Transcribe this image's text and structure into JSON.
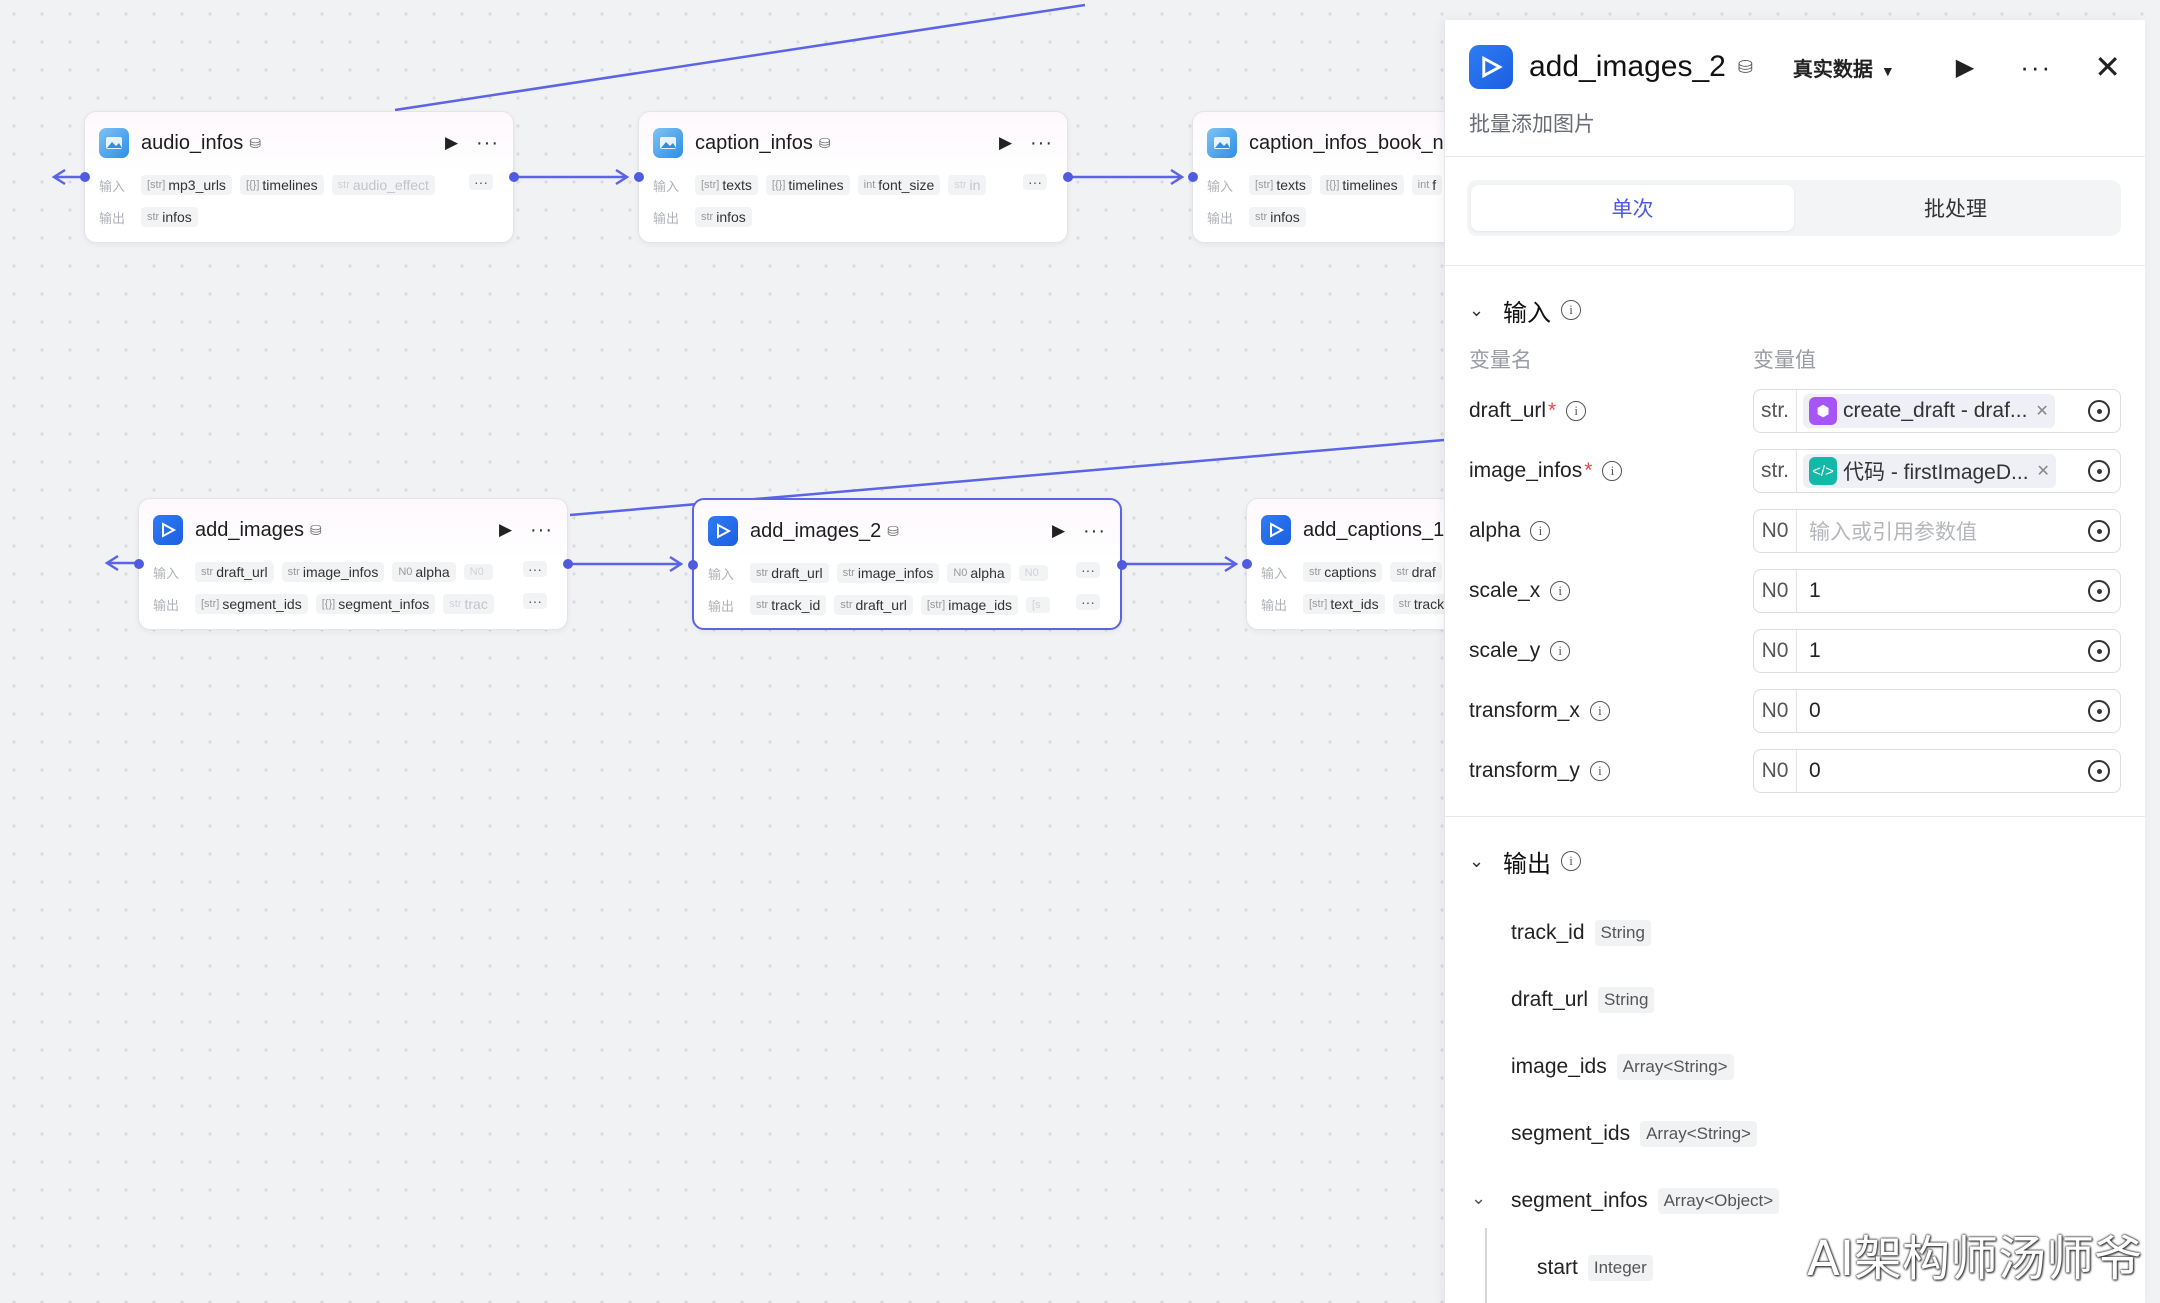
{
  "colors": {
    "edge": "#5b63e6",
    "accent": "#4c57e6",
    "required": "#e5484d"
  },
  "nodes": {
    "audio_infos": {
      "title": "audio_infos",
      "input_label": "输入",
      "output_label": "输出",
      "inputs": [
        {
          "type": "[str]",
          "name": "mp3_urls"
        },
        {
          "type": "[{}]",
          "name": "timelines"
        },
        {
          "type": "str",
          "name": "audio_effect"
        }
      ],
      "outputs": [
        {
          "type": "str",
          "name": "infos"
        }
      ]
    },
    "caption_infos": {
      "title": "caption_infos",
      "input_label": "输入",
      "output_label": "输出",
      "inputs": [
        {
          "type": "[str]",
          "name": "texts"
        },
        {
          "type": "[{}]",
          "name": "timelines"
        },
        {
          "type": "int",
          "name": "font_size"
        },
        {
          "type": "str",
          "name": "in"
        }
      ],
      "outputs": [
        {
          "type": "str",
          "name": "infos"
        }
      ]
    },
    "caption_infos_book": {
      "title": "caption_infos_book_n",
      "input_label": "输入",
      "output_label": "输出",
      "inputs": [
        {
          "type": "[str]",
          "name": "texts"
        },
        {
          "type": "[{}]",
          "name": "timelines"
        },
        {
          "type": "int",
          "name": "f"
        }
      ],
      "outputs": [
        {
          "type": "str",
          "name": "infos"
        }
      ]
    },
    "add_images": {
      "title": "add_images",
      "input_label": "输入",
      "output_label": "输出",
      "inputs": [
        {
          "type": "str",
          "name": "draft_url"
        },
        {
          "type": "str",
          "name": "image_infos"
        },
        {
          "type": "N0",
          "name": "alpha"
        },
        {
          "type": "N0",
          "name": ""
        }
      ],
      "outputs": [
        {
          "type": "[str]",
          "name": "segment_ids"
        },
        {
          "type": "[{}]",
          "name": "segment_infos"
        },
        {
          "type": "str",
          "name": "trac"
        }
      ]
    },
    "add_images_2": {
      "title": "add_images_2",
      "input_label": "输入",
      "output_label": "输出",
      "inputs": [
        {
          "type": "str",
          "name": "draft_url"
        },
        {
          "type": "str",
          "name": "image_infos"
        },
        {
          "type": "N0",
          "name": "alpha"
        },
        {
          "type": "N0",
          "name": ""
        }
      ],
      "outputs": [
        {
          "type": "str",
          "name": "track_id"
        },
        {
          "type": "str",
          "name": "draft_url"
        },
        {
          "type": "[str]",
          "name": "image_ids"
        },
        {
          "type": "[s",
          "name": ""
        }
      ]
    },
    "add_captions_1": {
      "title": "add_captions_1",
      "input_label": "输入",
      "output_label": "输出",
      "inputs": [
        {
          "type": "str",
          "name": "captions"
        },
        {
          "type": "str",
          "name": "draf"
        }
      ],
      "outputs": [
        {
          "type": "[str]",
          "name": "text_ids"
        },
        {
          "type": "str",
          "name": "track"
        }
      ]
    }
  },
  "panel": {
    "title": "add_images_2",
    "mode": "真实数据",
    "description": "批量添加图片",
    "tabs": [
      "单次",
      "批处理"
    ],
    "input_section": "输入",
    "col_name": "变量名",
    "col_value": "变量值",
    "inputs": [
      {
        "name": "draft_url",
        "required": "*",
        "type": "str.",
        "ref_icon": "cube-icon",
        "ref": "create_draft - draf...",
        "value": "",
        "placeholder": ""
      },
      {
        "name": "image_infos",
        "required": "*",
        "type": "str.",
        "ref_icon": "code-icon",
        "ref": "代码 - firstImageD...",
        "value": "",
        "placeholder": ""
      },
      {
        "name": "alpha",
        "required": "",
        "type": "N0",
        "ref": "",
        "value": "",
        "placeholder": "输入或引用参数值"
      },
      {
        "name": "scale_x",
        "required": "",
        "type": "N0",
        "ref": "",
        "value": "1",
        "placeholder": ""
      },
      {
        "name": "scale_y",
        "required": "",
        "type": "N0",
        "ref": "",
        "value": "1",
        "placeholder": ""
      },
      {
        "name": "transform_x",
        "required": "",
        "type": "N0",
        "ref": "",
        "value": "0",
        "placeholder": ""
      },
      {
        "name": "transform_y",
        "required": "",
        "type": "N0",
        "ref": "",
        "value": "0",
        "placeholder": ""
      }
    ],
    "output_section": "输出",
    "outputs": [
      {
        "name": "track_id",
        "type": "String"
      },
      {
        "name": "draft_url",
        "type": "String"
      },
      {
        "name": "image_ids",
        "type": "Array<String>"
      },
      {
        "name": "segment_ids",
        "type": "Array<String>"
      },
      {
        "name": "segment_infos",
        "type": "Array<Object>"
      },
      {
        "name": "start",
        "type": "Integer"
      }
    ]
  },
  "watermark": "AI架构师汤师爷"
}
